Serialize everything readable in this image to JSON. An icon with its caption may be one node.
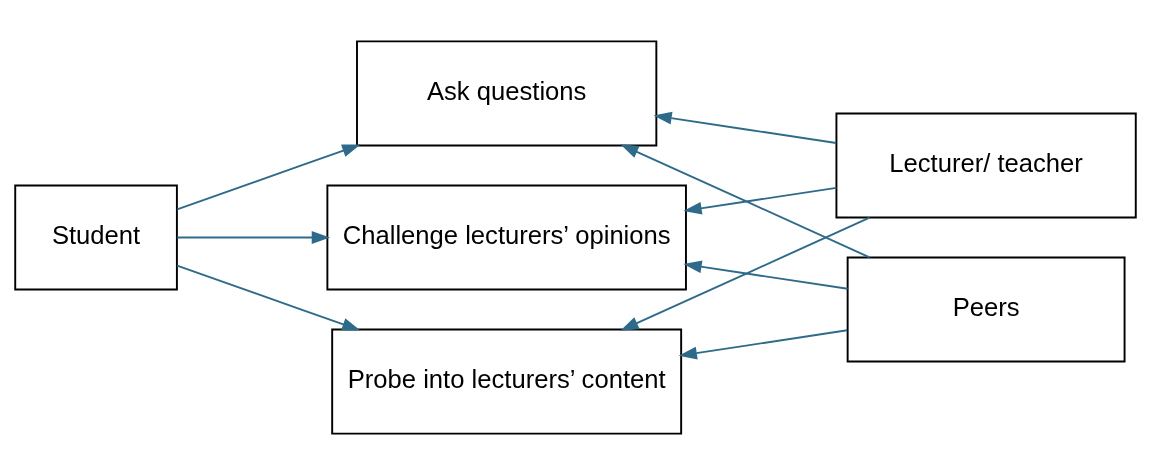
{
  "diagram": {
    "nodes": [
      {
        "text": [
          "Student"
        ]
      },
      {
        "text": [
          "Ask questions"
        ]
      },
      {
        "text": [
          "Challenge lecturers’ opinions"
        ]
      },
      {
        "text": [
          "Probe into lecturers’ content"
        ]
      },
      {
        "text": [
          "Lecturer/ teacher"
        ]
      },
      {
        "text": [
          "Peers"
        ]
      }
    ],
    "edges": [
      {
        "from": 0,
        "to": 1,
        "arrow": "to"
      },
      {
        "from": 0,
        "to": 2,
        "arrow": "to"
      },
      {
        "from": 0,
        "to": 3,
        "arrow": "to"
      },
      {
        "from": 4,
        "to": 1,
        "arrow": "to"
      },
      {
        "from": 4,
        "to": 2,
        "arrow": "to"
      },
      {
        "from": 4,
        "to": 3,
        "arrow": "to"
      },
      {
        "from": 5,
        "to": 1,
        "arrow": "to"
      },
      {
        "from": 5,
        "to": 2,
        "arrow": "to"
      },
      {
        "from": 5,
        "to": 3,
        "arrow": "to"
      }
    ]
  }
}
